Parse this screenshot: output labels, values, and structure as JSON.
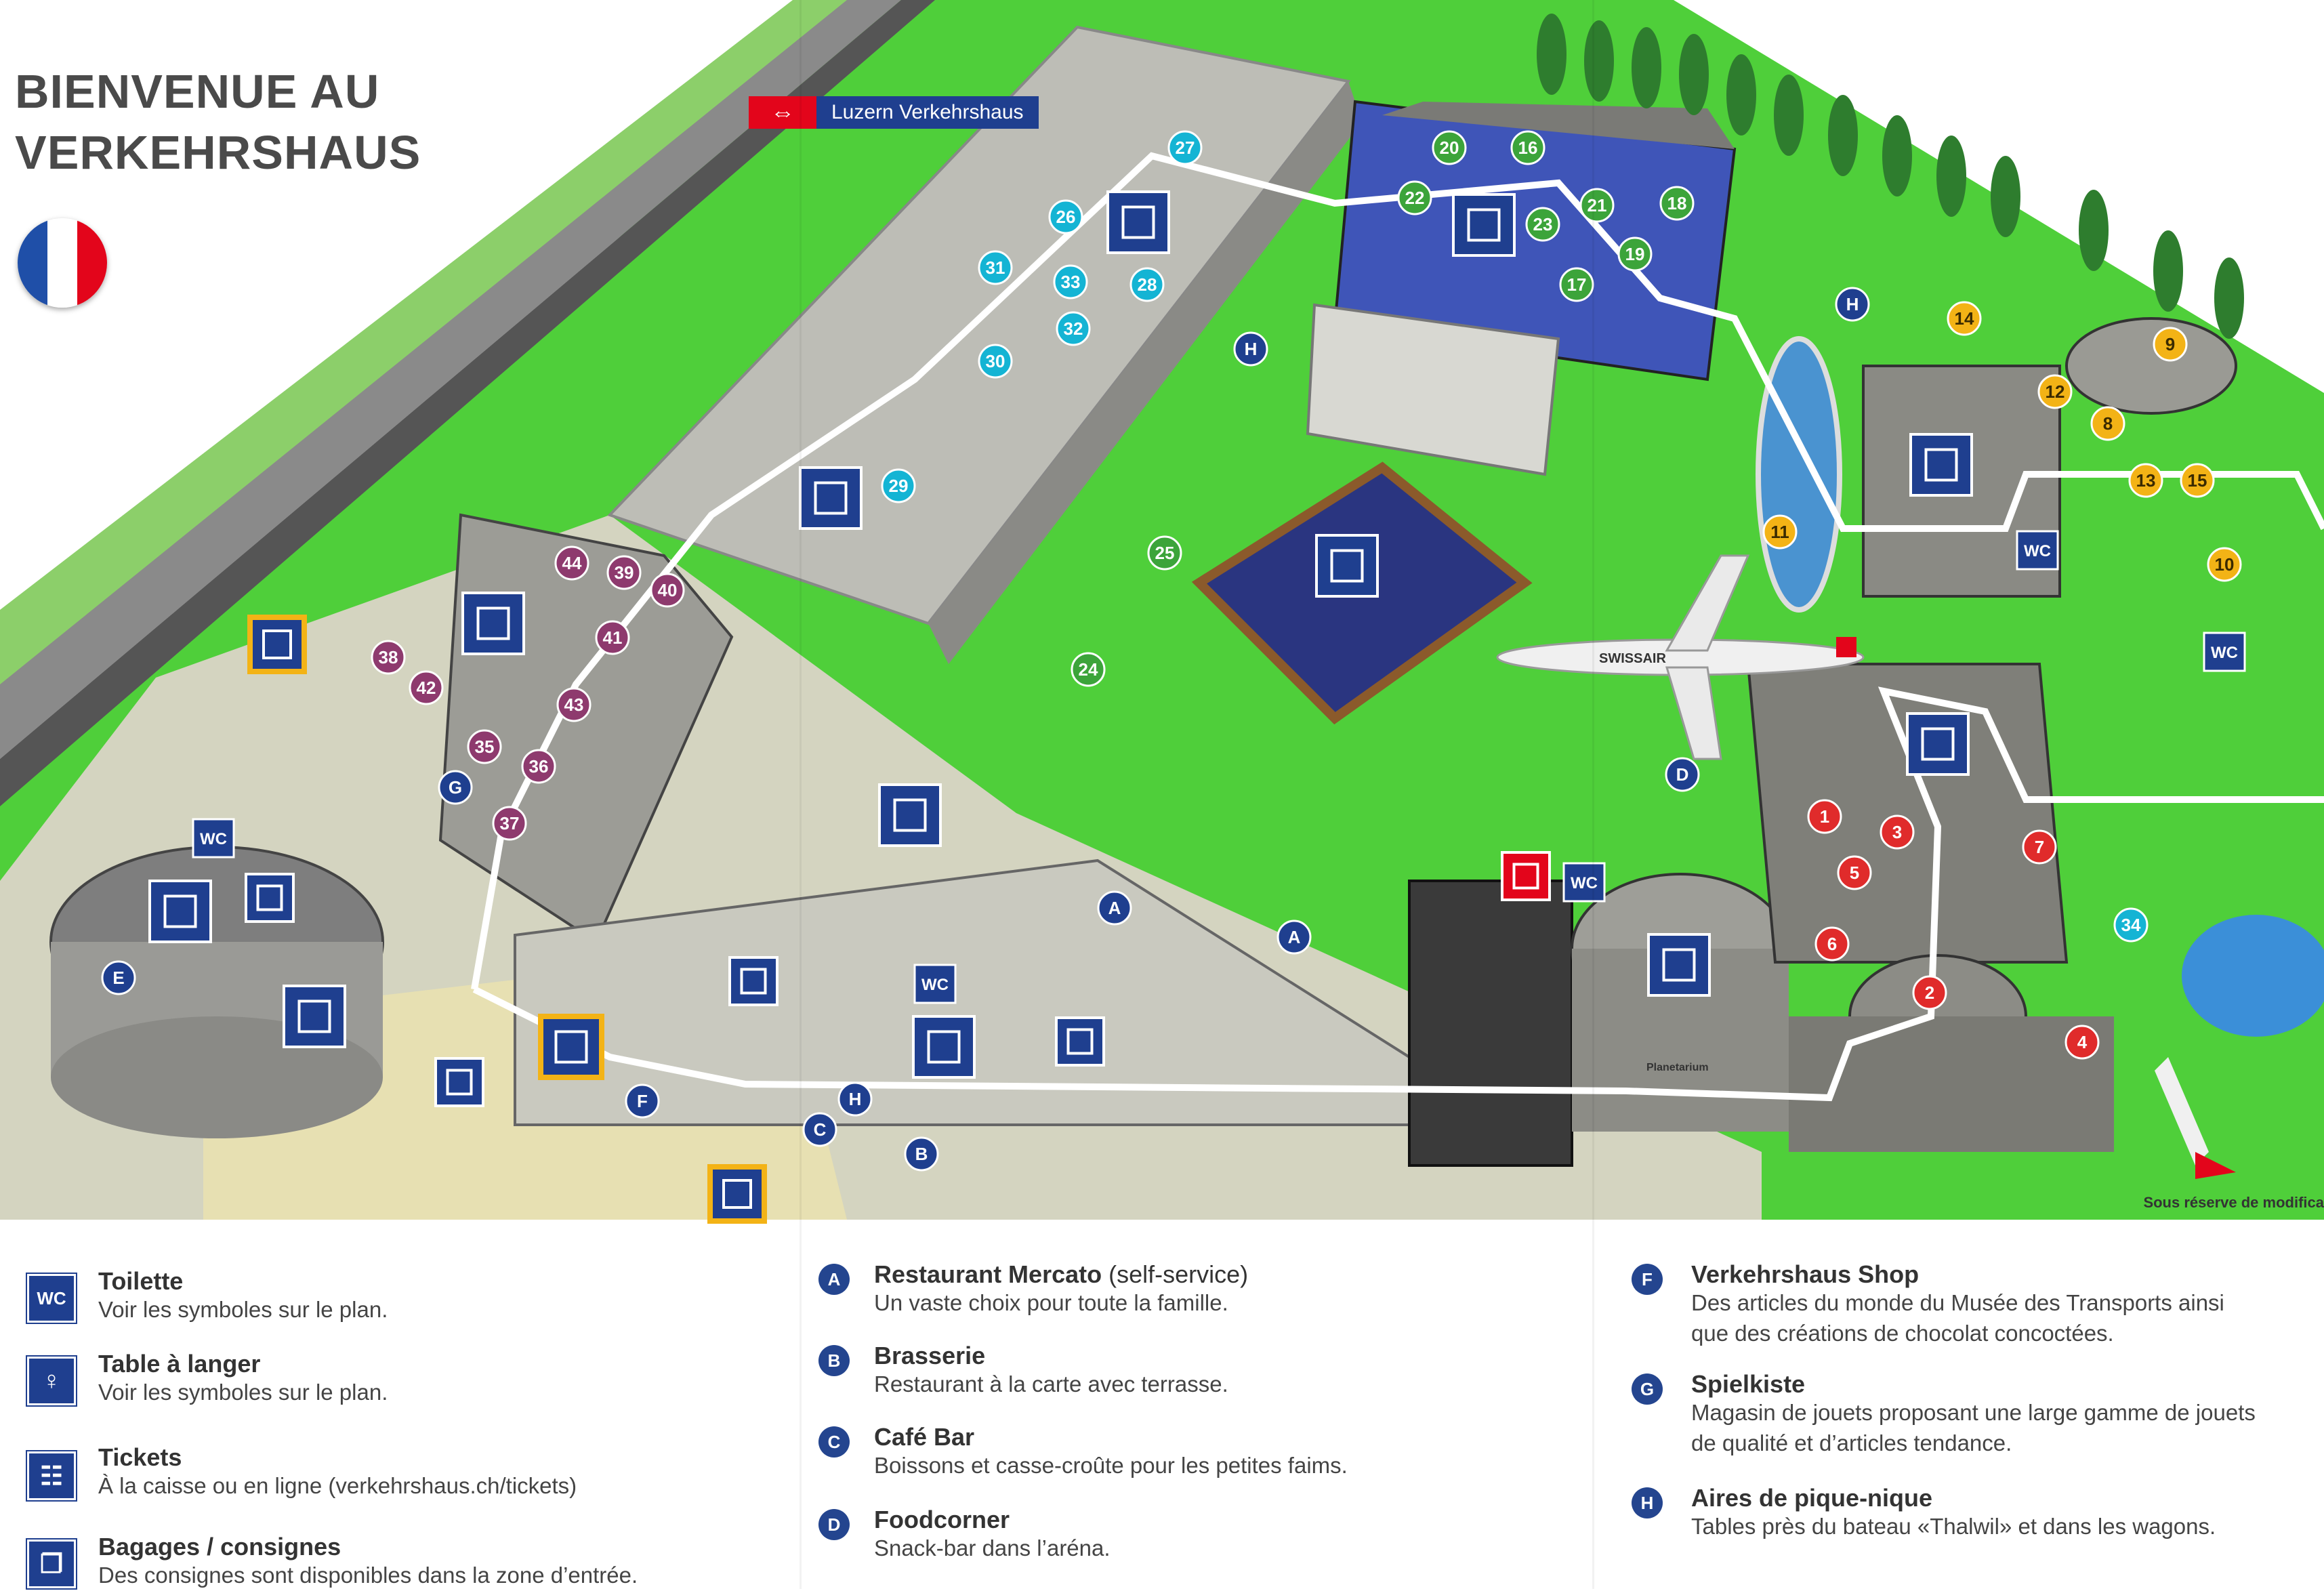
{
  "header": {
    "title_line1": "BIENVENUE AU",
    "title_line2": "VERKEHRSHAUS",
    "station_label": "Luzern Verkehrshaus",
    "station_logo": "⇔"
  },
  "map": {
    "disclaimer": "Sous réserve de modifica",
    "numbered_stops": [
      {
        "label": "1",
        "zone": "red"
      },
      {
        "label": "2",
        "zone": "red"
      },
      {
        "label": "3",
        "zone": "red"
      },
      {
        "label": "4",
        "zone": "red"
      },
      {
        "label": "5",
        "zone": "red"
      },
      {
        "label": "6",
        "zone": "red"
      },
      {
        "label": "7",
        "zone": "red"
      },
      {
        "label": "8",
        "zone": "orange"
      },
      {
        "label": "9",
        "zone": "orange"
      },
      {
        "label": "10",
        "zone": "orange"
      },
      {
        "label": "11",
        "zone": "orange"
      },
      {
        "label": "12",
        "zone": "orange"
      },
      {
        "label": "13",
        "zone": "orange"
      },
      {
        "label": "14",
        "zone": "orange"
      },
      {
        "label": "15",
        "zone": "orange"
      },
      {
        "label": "16",
        "zone": "green"
      },
      {
        "label": "17",
        "zone": "green"
      },
      {
        "label": "18",
        "zone": "green"
      },
      {
        "label": "19",
        "zone": "green"
      },
      {
        "label": "20",
        "zone": "green"
      },
      {
        "label": "21",
        "zone": "green"
      },
      {
        "label": "22",
        "zone": "green"
      },
      {
        "label": "23",
        "zone": "green"
      },
      {
        "label": "24",
        "zone": "green"
      },
      {
        "label": "25",
        "zone": "green"
      },
      {
        "label": "26",
        "zone": "cyan"
      },
      {
        "label": "27",
        "zone": "cyan"
      },
      {
        "label": "28",
        "zone": "cyan"
      },
      {
        "label": "29",
        "zone": "cyan"
      },
      {
        "label": "30",
        "zone": "cyan"
      },
      {
        "label": "31",
        "zone": "cyan"
      },
      {
        "label": "32",
        "zone": "cyan"
      },
      {
        "label": "33",
        "zone": "cyan"
      },
      {
        "label": "34",
        "zone": "cyan"
      },
      {
        "label": "35",
        "zone": "purple"
      },
      {
        "label": "36",
        "zone": "purple"
      },
      {
        "label": "37",
        "zone": "purple"
      },
      {
        "label": "38",
        "zone": "purple"
      },
      {
        "label": "39",
        "zone": "purple"
      },
      {
        "label": "40",
        "zone": "purple"
      },
      {
        "label": "41",
        "zone": "purple"
      },
      {
        "label": "42",
        "zone": "purple"
      },
      {
        "label": "43",
        "zone": "purple"
      },
      {
        "label": "44",
        "zone": "purple"
      }
    ],
    "letter_markers": [
      "A",
      "A",
      "B",
      "C",
      "D",
      "E",
      "F",
      "G",
      "H",
      "H",
      "H"
    ],
    "text_icons": [
      "WC",
      "WC",
      "WC",
      "WC",
      "WC"
    ],
    "aircraft_text": "SWISSAIR",
    "building_text": "Planetarium",
    "zone_colors": {
      "red": "#e02b2b",
      "orange": "#f3b316",
      "green": "#3ca43a",
      "cyan": "#14b4d4",
      "purple": "#8e3a6e",
      "navy": "#1f3f8f",
      "grass": "#4fcf3a"
    }
  },
  "legend": {
    "col1": [
      {
        "icon": "wc-icon",
        "icon_text": "WC",
        "title": "Toilette",
        "desc": [
          "Voir les symboles sur le plan."
        ]
      },
      {
        "icon": "baby-change-icon",
        "icon_text": "♀",
        "title": "Table à langer",
        "desc": [
          "Voir les symboles sur le plan."
        ]
      },
      {
        "icon": "ticket-icon",
        "icon_text": "☷",
        "title": "Tickets",
        "desc": [
          "À la caisse ou en ligne (verkehrshaus.ch/tickets)"
        ]
      },
      {
        "icon": "luggage-icon",
        "icon_text": "❐",
        "title": "Bagages / consignes",
        "desc": [
          "Des consignes sont disponibles dans la zone d’entrée."
        ]
      }
    ],
    "col2": [
      {
        "badge": "A",
        "title": "Restaurant Mercato",
        "note": "(self-service)",
        "desc": [
          "Un vaste choix pour toute la famille."
        ]
      },
      {
        "badge": "B",
        "title": "Brasserie",
        "note": "",
        "desc": [
          "Restaurant à la carte avec terrasse."
        ]
      },
      {
        "badge": "C",
        "title": "Café Bar",
        "note": "",
        "desc": [
          "Boissons et casse-croûte pour les petites faims."
        ]
      },
      {
        "badge": "D",
        "title": "Foodcorner",
        "note": "",
        "desc": [
          "Snack-bar dans l’aréna."
        ]
      }
    ],
    "col3": [
      {
        "badge": "F",
        "title": "Verkehrshaus Shop",
        "desc": [
          "Des articles du monde du Musée des Transports ainsi",
          "que des créations de chocolat concoctées."
        ]
      },
      {
        "badge": "G",
        "title": "Spielkiste",
        "desc": [
          "Magasin de jouets proposant une large gamme de jouets",
          "de qualité et d’articles tendance."
        ]
      },
      {
        "badge": "H",
        "title": "Aires de pique-nique",
        "desc": [
          "Tables près du bateau «Thalwil» et dans les wagons."
        ]
      }
    ]
  }
}
